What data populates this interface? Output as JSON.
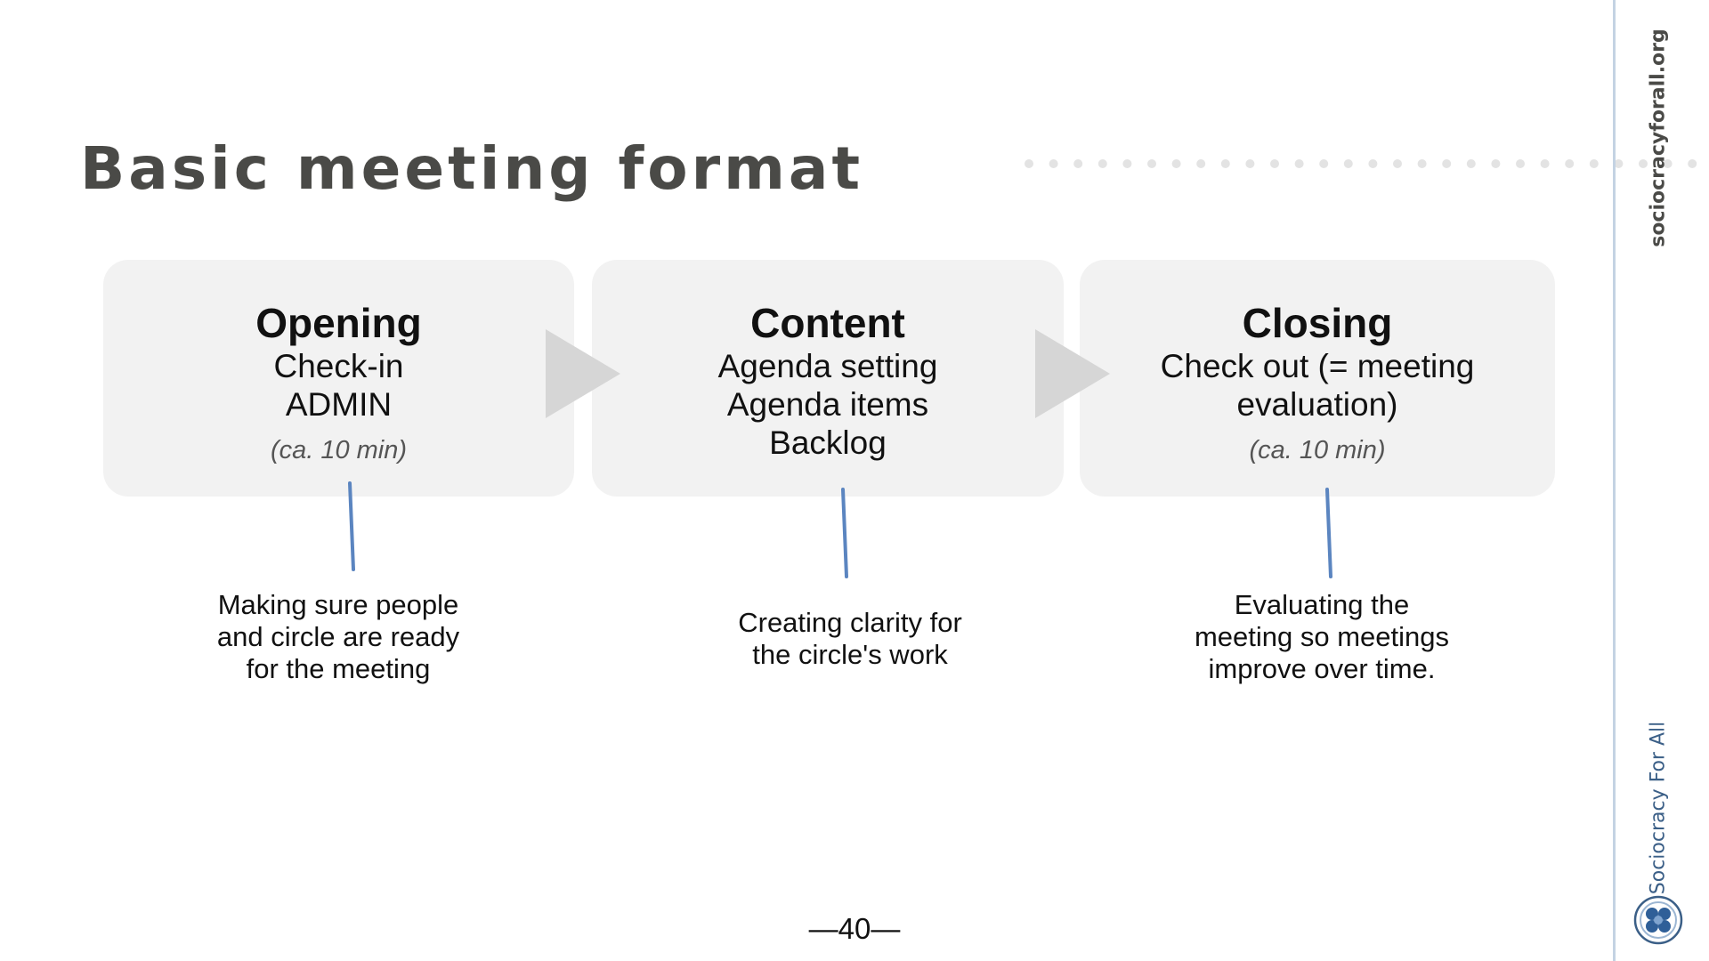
{
  "title": "Basic meeting format",
  "sidebar": {
    "url": "sociocracyforall.org",
    "org_name": "Sociocracy For All"
  },
  "stages": [
    {
      "title": "Opening",
      "lines": [
        "Check-in",
        "ADMIN"
      ],
      "duration": "(ca. 10 min)",
      "purpose_lines": [
        "Making sure people",
        "and circle are ready",
        "for the meeting"
      ]
    },
    {
      "title": "Content",
      "lines": [
        "Agenda setting",
        "Agenda items",
        "Backlog"
      ],
      "duration": "",
      "purpose_lines": [
        "Creating clarity for",
        "the circle's work"
      ]
    },
    {
      "title": "Closing",
      "lines": [
        "Check out (= meeting",
        "evaluation)"
      ],
      "duration": "(ca. 10 min)",
      "purpose_lines": [
        "Evaluating the",
        "meeting so meetings",
        "improve over time."
      ]
    }
  ],
  "page_number": "—40—",
  "colors": {
    "title": "#4a4a47",
    "box_fill": "#f2f2f2",
    "arrow": "#d6d6d6",
    "connector": "#5b85c0",
    "dots": "#e3e3e3",
    "side_rule": "#c4d3e3",
    "org_text": "#3b5f87"
  },
  "icons": {
    "flow_arrow": "triangle-right-icon",
    "org_logo": "sociocracy-logo"
  }
}
